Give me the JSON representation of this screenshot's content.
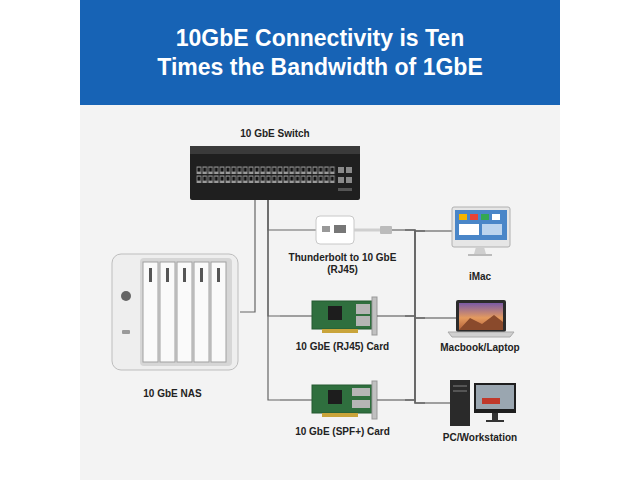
{
  "diagram": {
    "title": "10GbE Connectivity is Ten Times the Bandwidth of 1GbE",
    "nodes": [
      {
        "text": [
          "10 GbE Switch"
        ]
      },
      {
        "text": [
          "10 GbE NAS"
        ]
      },
      {
        "text": [
          "Thunderbolt to 10 GbE (RJ45)"
        ]
      },
      {
        "text": [
          "10 GbE (RJ45) Card"
        ]
      },
      {
        "text": [
          "10 GbE (SPF+) Card"
        ]
      },
      {
        "text": [
          "iMac"
        ]
      },
      {
        "text": [
          "Macbook/Laptop"
        ]
      },
      {
        "text": [
          "PC/Workstation"
        ]
      }
    ],
    "edges": [
      {
        "from": 0,
        "to": 1,
        "arrow": "none"
      },
      {
        "from": 0,
        "to": 2,
        "arrow": "none"
      },
      {
        "from": 0,
        "to": 3,
        "arrow": "none"
      },
      {
        "from": 0,
        "to": 4,
        "arrow": "none"
      },
      {
        "from": 2,
        "to": 5,
        "arrow": "none"
      },
      {
        "from": 2,
        "to": 6,
        "arrow": "none"
      },
      {
        "from": 2,
        "to": 7,
        "arrow": "none"
      },
      {
        "from": 3,
        "to": 5,
        "arrow": "none"
      },
      {
        "from": 3,
        "to": 6,
        "arrow": "none"
      },
      {
        "from": 3,
        "to": 7,
        "arrow": "none"
      },
      {
        "from": 4,
        "to": 5,
        "arrow": "none"
      },
      {
        "from": 4,
        "to": 6,
        "arrow": "none"
      },
      {
        "from": 4,
        "to": 7,
        "arrow": "none"
      }
    ]
  }
}
